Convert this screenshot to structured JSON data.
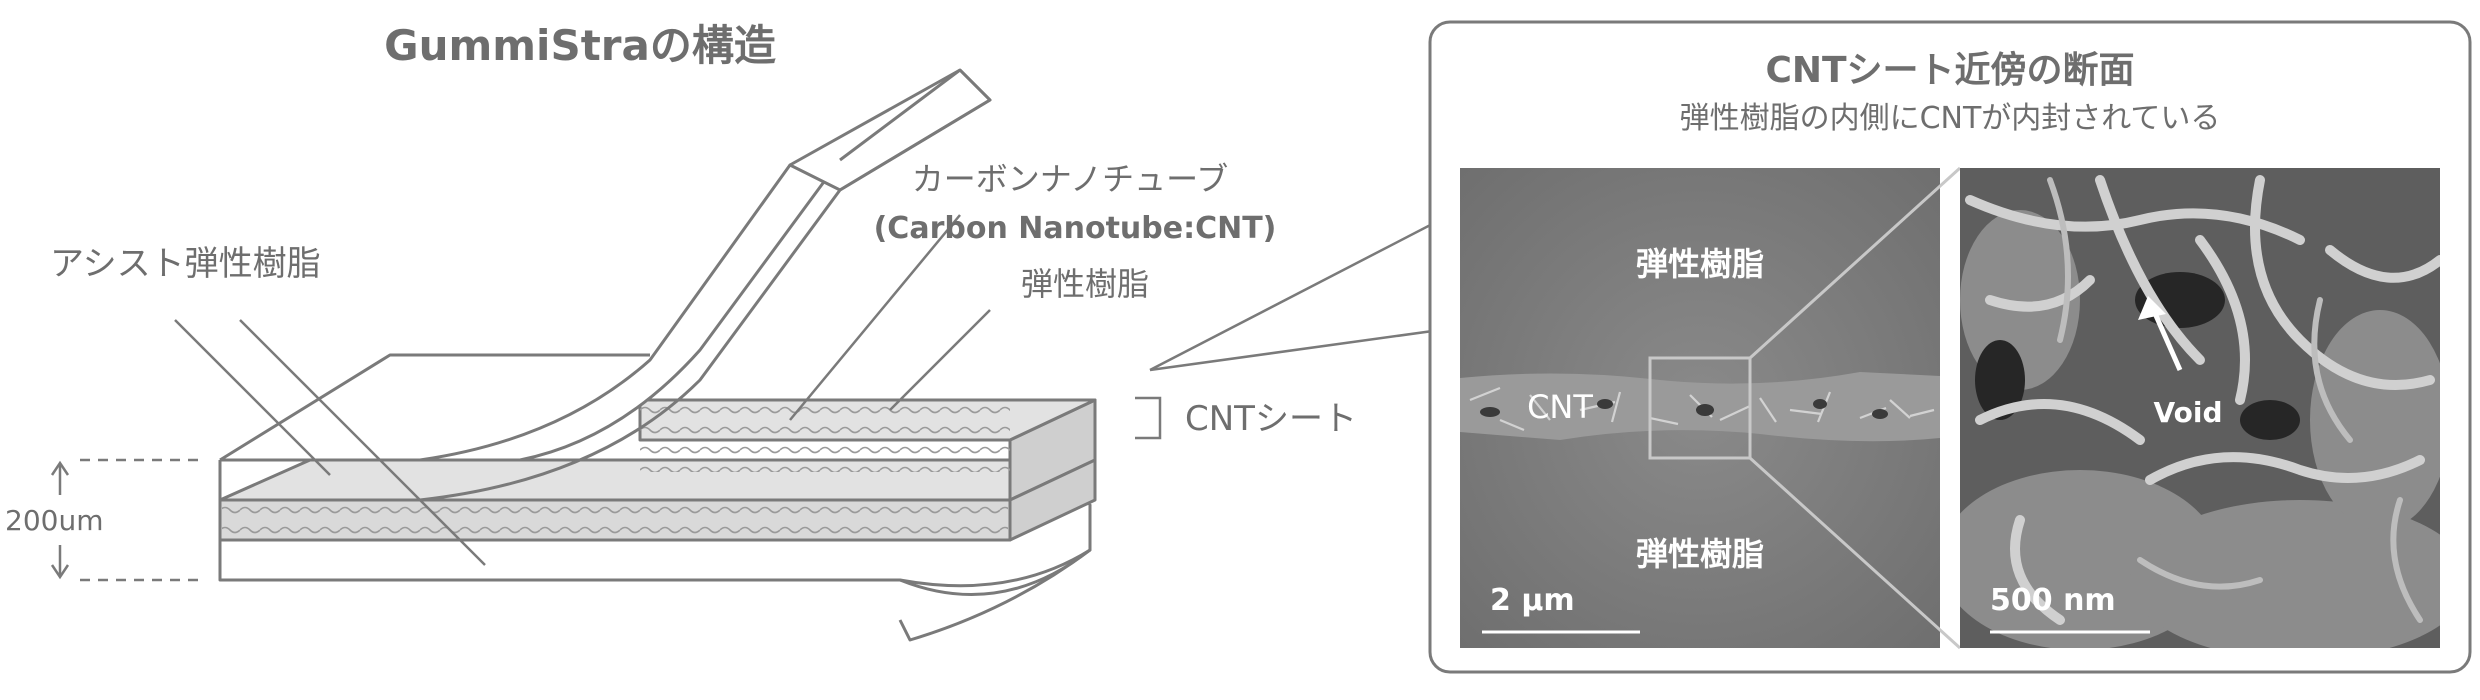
{
  "left_diagram": {
    "title": "GummiStraの構造",
    "label_assist_resin": "アシスト弾性樹脂",
    "label_cnt_line1": "カーボンナノチューブ",
    "label_cnt_line2": "(Carbon Nanotube:CNT)",
    "label_resin": "弾性樹脂",
    "label_cnt_sheet": "CNTシート",
    "label_thickness": "200um"
  },
  "right_panel": {
    "title": "CNTシート近傍の断面",
    "subtitle": "弾性樹脂の内側にCNTが内封されている",
    "image_left": {
      "label_top": "弾性樹脂",
      "label_cnt": "CNT",
      "label_bottom": "弾性樹脂",
      "scale_bar": "2 µm"
    },
    "image_right": {
      "label_void": "Void",
      "scale_bar": "500 nm"
    }
  },
  "colors": {
    "stroke": "#7a7a7a",
    "text": "#6e6e6e",
    "cnt_fill": "#d9d9d9",
    "sem_bg": "#7f7f7f",
    "sem_zoom_bg": "#6a6a6a"
  }
}
